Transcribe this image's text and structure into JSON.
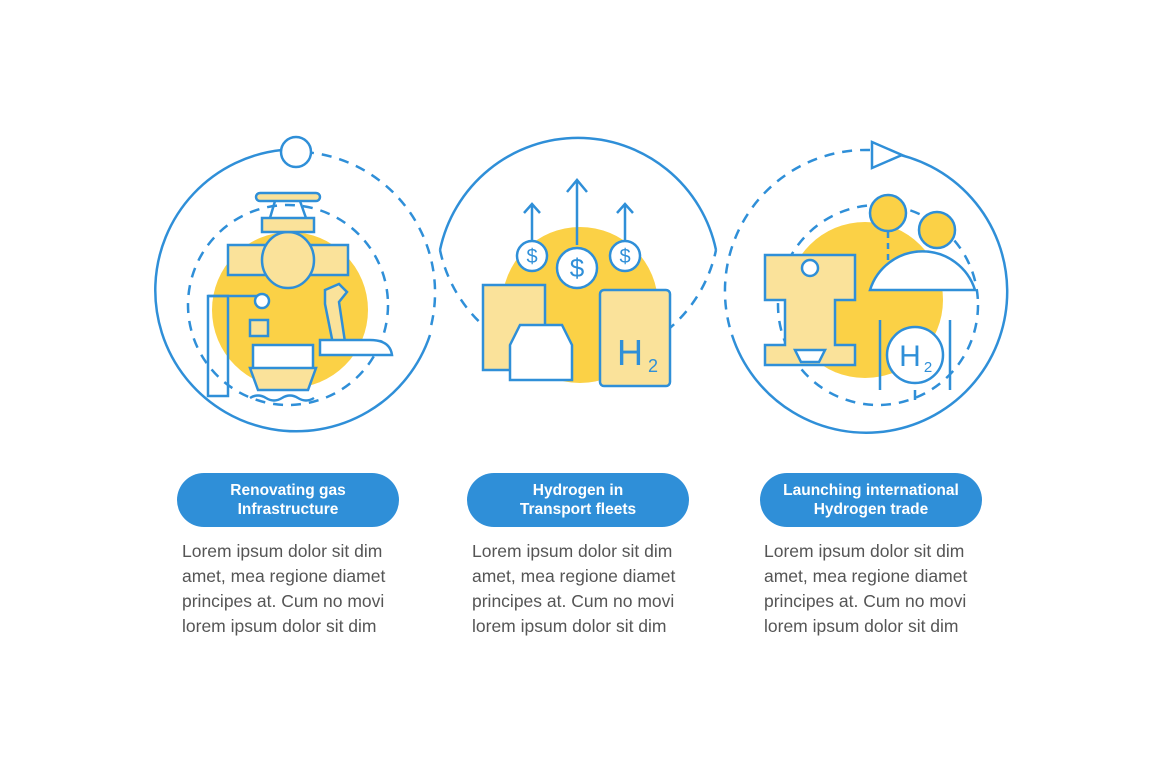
{
  "colors": {
    "blue": "#2f8fd8",
    "yellow": "#fbd146",
    "light_yellow": "#fae29a",
    "text": "#555555"
  },
  "steps": [
    {
      "title_line1": "Renovating gas",
      "title_line2": "Infrastructure",
      "body": [
        "Lorem ipsum dolor sit dim",
        "amet, mea regione diamet",
        "principes at. Cum no movi",
        "lorem ipsum dolor sit dim"
      ],
      "icon": "gas-pipeline-repair-icon"
    },
    {
      "title_line1": "Hydrogen in",
      "title_line2": "Transport fleets",
      "body": [
        "Lorem ipsum dolor sit dim",
        "amet, mea regione diamet",
        "principes at. Cum no movi",
        "lorem ipsum dolor sit dim"
      ],
      "icon": "hydrogen-transport-icon"
    },
    {
      "title_line1": "Launching international",
      "title_line2": "Hydrogen trade",
      "body": [
        "Lorem ipsum dolor sit dim",
        "amet, mea regione diamet",
        "principes at. Cum no movi",
        "lorem ipsum dolor sit dim"
      ],
      "icon": "hydrogen-trade-icon"
    }
  ],
  "icon_text": {
    "dollar": "$",
    "h2": "H",
    "h2_sub": "2"
  }
}
